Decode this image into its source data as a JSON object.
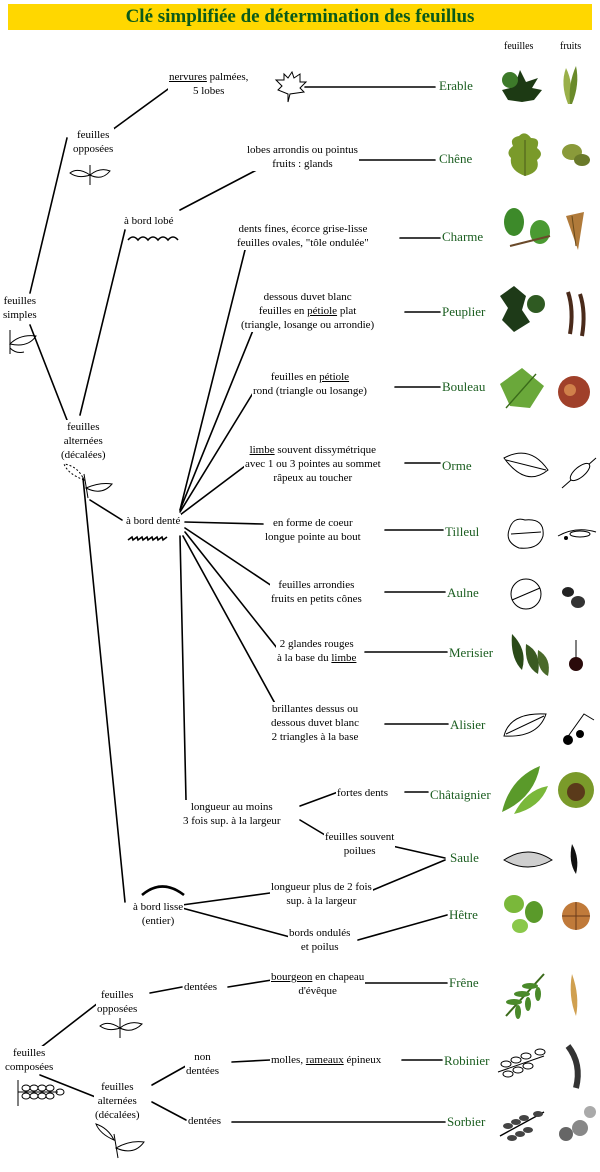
{
  "title": "Clé simplifiée de détermination des feuillus",
  "columns": {
    "leaves": "feuilles",
    "fruits": "fruits"
  },
  "groups": {
    "simples": {
      "a": "feuilles",
      "b": "simples"
    },
    "opposees": {
      "a": "feuilles",
      "b": "opposées"
    },
    "alternees": {
      "a": "feuilles",
      "b": "alternées",
      "c": "(décalées)"
    },
    "lobe": "à bord lobé",
    "dente": "à bord denté",
    "lisse": {
      "a": "à bord lisse",
      "b": "(entier)"
    },
    "longueur3": {
      "a": "longueur au moins",
      "b": "3 fois sup. à la largeur"
    },
    "composees": {
      "a": "feuilles",
      "b": "composées"
    },
    "c_opposees": {
      "a": "feuilles",
      "b": "opposées"
    },
    "c_alternees": {
      "a": "feuilles",
      "b": "alternées",
      "c": "(décalées)"
    },
    "c_dentees": "dentées",
    "c_non": {
      "a": "non",
      "b": "dentées"
    },
    "c_dentees2": "dentées"
  },
  "criteria": {
    "erable": {
      "u": "nervures",
      "a": " palmées,",
      "b": "5 lobes"
    },
    "chene": {
      "a": "lobes arrondis ou pointus",
      "b": "fruits : glands"
    },
    "charme": {
      "a": "dents fines, écorce grise-lisse",
      "b": "feuilles ovales, \"tôle ondulée\""
    },
    "peuplier": {
      "a": "dessous duvet blanc",
      "b1": "feuilles en ",
      "bu": "pétiole",
      "b2": " plat",
      "c": "(triangle, losange ou arrondie)"
    },
    "bouleau": {
      "a1": "feuilles en ",
      "au": "pétiole",
      "b": "rond (triangle ou losange)"
    },
    "orme": {
      "au": "limbe",
      "a": " souvent dissymétrique",
      "b": "avec 1 ou 3 pointes au sommet",
      "c": "râpeux au toucher"
    },
    "tilleul": {
      "a": "en forme de coeur",
      "b": "longue pointe au bout"
    },
    "aulne": {
      "a": "feuilles arrondies",
      "b": "fruits en petits cônes"
    },
    "merisier": {
      "a": "2 glandes rouges",
      "b1": "à la base du ",
      "bu": "limbe"
    },
    "alisier": {
      "a": "brillantes dessus ou",
      "b": "dessous duvet blanc",
      "c": "2 triangles à la base"
    },
    "chataignier": {
      "a": "fortes dents"
    },
    "saule": {
      "a": "feuilles souvent",
      "b": "poilues"
    },
    "longueur2": {
      "a": "longueur plus de 2 fois",
      "b": "sup. à la largeur"
    },
    "hetre": {
      "a": "bords ondulés",
      "b": "et poilus"
    },
    "frene": {
      "au": "bourgeon",
      "a": " en chapeau",
      "b": "d'évêque"
    },
    "robinier": {
      "a1": "molles, ",
      "au": "rameaux",
      "a2": " épineux"
    }
  },
  "species": {
    "erable": "Erable",
    "chene": "Chêne",
    "charme": "Charme",
    "peuplier": "Peuplier",
    "bouleau": "Bouleau",
    "orme": "Orme",
    "tilleul": "Tilleul",
    "aulne": "Aulne",
    "merisier": "Merisier",
    "alisier": "Alisier",
    "chataignier": "Châtaignier",
    "saule": "Saule",
    "hetre": "Hêtre",
    "frene": "Frêne",
    "robinier": "Robinier",
    "sorbier": "Sorbier"
  },
  "colors": {
    "title_bg": "#ffd700",
    "title_text": "#0a5a1a",
    "species_text": "#1b5e20",
    "leaf_green": "#3d7a2a",
    "fruit_brown": "#8a5a2b"
  }
}
